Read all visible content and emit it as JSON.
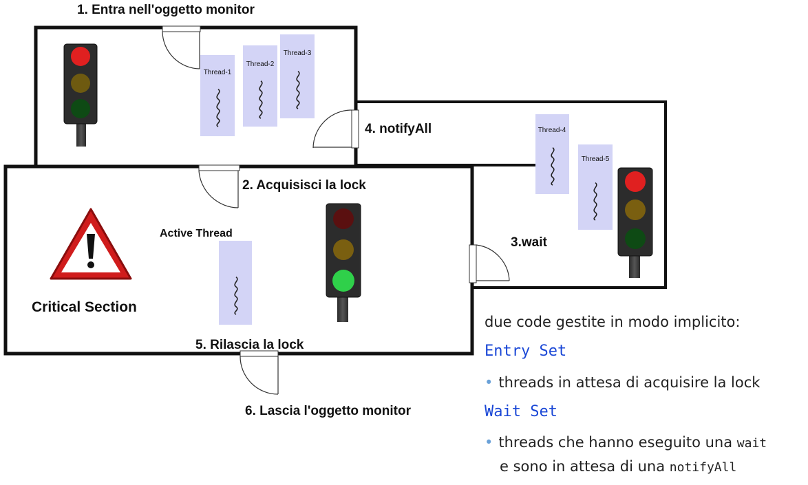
{
  "steps": {
    "s1": "1. Entra nell'oggetto monitor",
    "s2": "2. Acquisisci la lock",
    "s3": "3.wait",
    "s4": "4. notifyAll",
    "s5": "5. Rilascia la lock",
    "s6": "6. Lascia l'oggetto monitor"
  },
  "threads": {
    "t1": "Thread-1",
    "t2": "Thread-2",
    "t3": "Thread-3",
    "t4": "Thread-4",
    "t5": "Thread-5",
    "active": "Active Thread"
  },
  "critical_section": "Critical Section",
  "notes": {
    "intro": "due code gestite in modo implicito:",
    "entry_set": "Entry Set",
    "entry_desc": "threads in attesa di acquisire la lock",
    "wait_set": "Wait Set",
    "wait_desc_pre": "threads che hanno eseguito una ",
    "wait_code": "wait",
    "wait_desc2_pre": "e sono in attesa di una ",
    "notify_code": "notifyAll"
  },
  "colors": {
    "thread_box": "#d3d4f6",
    "red_light": "#e02020",
    "amber_off": "#6e5a10",
    "green_off": "#0e4a14",
    "red_off": "#5a1010",
    "amber_off2": "#7a5f10",
    "green_light": "#2fd04a",
    "warning_red": "#d01c1c",
    "note_mono": "#1a47d6"
  }
}
